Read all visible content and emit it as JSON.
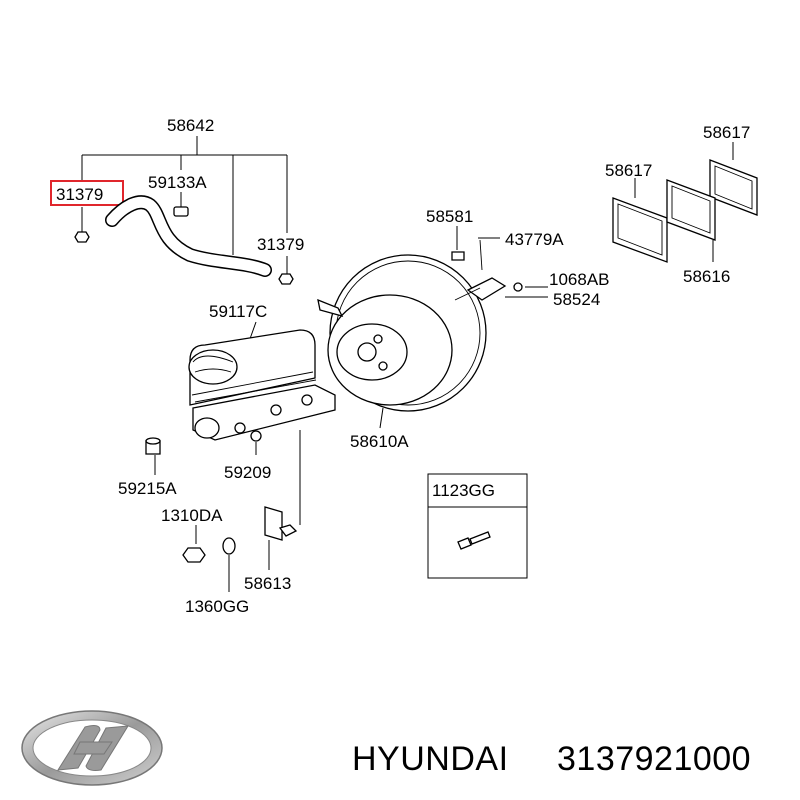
{
  "labels": {
    "hose_assembly": "58642",
    "hose_left": "31379",
    "clamp_a": "59133A",
    "hose_right": "31379",
    "bolt_pivot": "58581",
    "pin": "43779A",
    "nut_1068": "1068AB",
    "clevis": "58524",
    "reservoir": "59117C",
    "booster": "58610A",
    "gasket_top": "58617",
    "gasket_mid": "58617",
    "gasket_lower": "58616",
    "plug": "59215A",
    "seal": "59209",
    "nut_1310": "1310DA",
    "sensor": "58613",
    "washer": "1360GG",
    "bolt_box": "1123GG"
  },
  "footer": {
    "brand": "HYUNDAI",
    "part_number": "3137921000"
  },
  "highlight_color": "#e0262c",
  "logo_icon": "hyundai-logo-icon"
}
